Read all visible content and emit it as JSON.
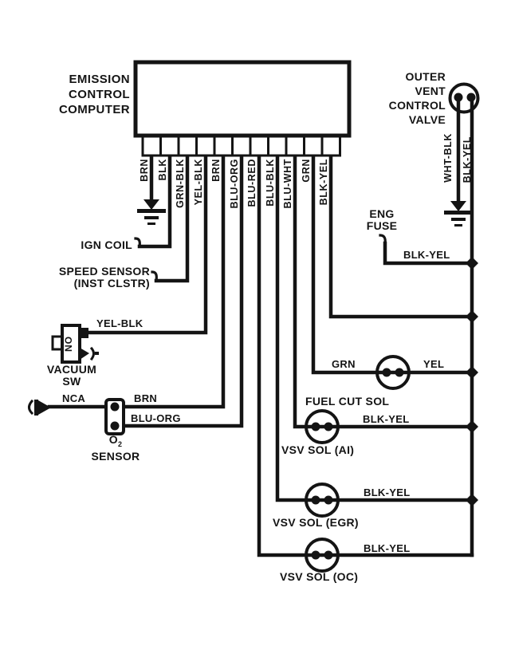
{
  "colors": {
    "ink": "#141414",
    "background": "#ffffff"
  },
  "computer": {
    "label_lines": [
      "EMISSION",
      "CONTROL",
      "COMPUTER"
    ]
  },
  "pins": [
    "BRN",
    "BLK",
    "GRN-BLK",
    "YEL-BLK",
    "BRN",
    "BLU-ORG",
    "BLU-RED",
    "BLU-BLK",
    "BLU-WHT",
    "GRN",
    "BLK-YEL"
  ],
  "valve": {
    "label_lines": [
      "OUTER",
      "VENT",
      "CONTROL",
      "VALVE"
    ],
    "wire_left": "WHT-BLK",
    "wire_right": "BLK-YEL"
  },
  "eng_fuse": {
    "label_lines": [
      "ENG",
      "FUSE"
    ],
    "wire": "BLK-YEL"
  },
  "ign_coil": {
    "label": "IGN COIL"
  },
  "speed_sensor": {
    "label_lines": [
      "SPEED SENSOR",
      "(INST CLSTR)"
    ]
  },
  "vacuum_switch": {
    "label_lines": [
      "VACUUM",
      "SW"
    ],
    "position": "NO",
    "wire": "YEL-BLK"
  },
  "o2_sensor": {
    "label_main": "O",
    "label_sub": "2",
    "label_bottom": "SENSOR",
    "wire_left": "NCA",
    "wire_top": "BRN",
    "wire_bottom": "BLU-ORG"
  },
  "fuel_cut_sol": {
    "label": "FUEL CUT SOL",
    "wire_left": "GRN",
    "wire_right": "YEL"
  },
  "vsv_ai": {
    "label": "VSV SOL (AI)",
    "wire": "BLK-YEL"
  },
  "vsv_egr": {
    "label": "VSV SOL (EGR)",
    "wire": "BLK-YEL"
  },
  "vsv_oc": {
    "label": "VSV SOL (OC)",
    "wire": "BLK-YEL"
  }
}
